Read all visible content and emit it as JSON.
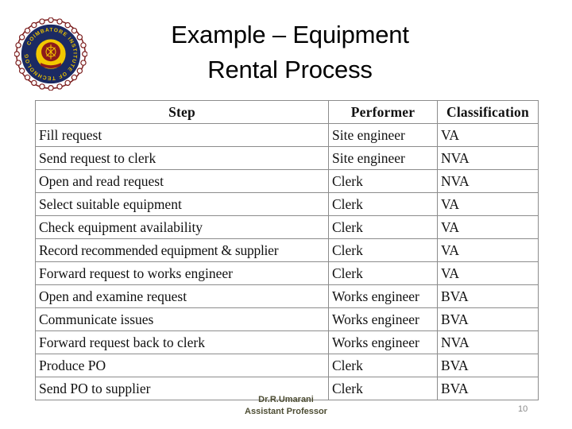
{
  "slide": {
    "title_line1": "Example – Equipment",
    "title_line2": "Rental Process",
    "page_number": "10",
    "background": "#ffffff"
  },
  "logo": {
    "name": "coimbatore-institute-of-technology-seal",
    "ring_text": "COIMBATORE  INSTITUTE  OF  TECHNOLOGY",
    "colors": {
      "ring": "#1b2a63",
      "ring_text": "#e8c200",
      "inner_disc": "#f2c800",
      "center": "#8c1b1b",
      "scallop": "#7a1b1b"
    }
  },
  "table": {
    "columns": [
      "Step",
      "Performer",
      "Classification"
    ],
    "rows": [
      {
        "step": "Fill request",
        "performer": "Site engineer",
        "classification": "VA"
      },
      {
        "step": "Send request to clerk",
        "performer": "Site engineer",
        "classification": "NVA"
      },
      {
        "step": "Open and read request",
        "performer": "Clerk",
        "classification": "NVA"
      },
      {
        "step": "Select suitable equipment",
        "performer": "Clerk",
        "classification": "VA"
      },
      {
        "step": "Check equipment availability",
        "performer": "Clerk",
        "classification": "VA"
      },
      {
        "step": "Record recommended equipment & supplier",
        "performer": "Clerk",
        "classification": "VA"
      },
      {
        "step": "Forward request to works engineer",
        "performer": "Clerk",
        "classification": "VA"
      },
      {
        "step": "Open and examine request",
        "performer": "Works engineer",
        "classification": "BVA"
      },
      {
        "step": "Communicate issues",
        "performer": "Works engineer",
        "classification": "BVA"
      },
      {
        "step": "Forward request back to clerk",
        "performer": "Works engineer",
        "classification": "NVA"
      },
      {
        "step": "Produce PO",
        "performer": "Clerk",
        "classification": "BVA"
      },
      {
        "step": "Send PO to supplier",
        "performer": "Clerk",
        "classification": "BVA"
      }
    ]
  },
  "footer": {
    "name": "Dr.R.Umarani",
    "designation": "Assistant Professor"
  }
}
